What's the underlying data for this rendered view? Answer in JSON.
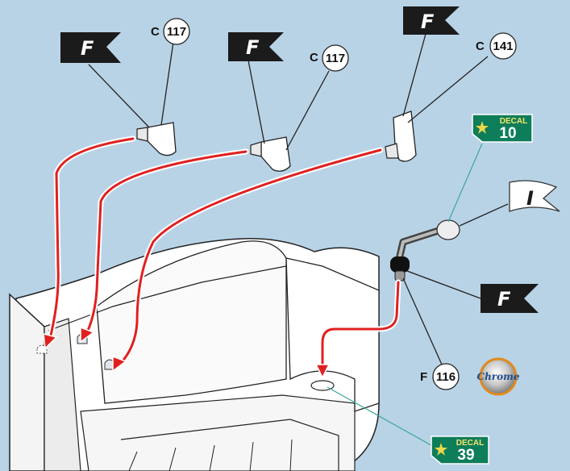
{
  "callouts": {
    "c117_a": {
      "letter": "C",
      "number": "117"
    },
    "c117_b": {
      "letter": "C",
      "number": "117"
    },
    "c141": {
      "letter": "C",
      "number": "141"
    },
    "f116": {
      "letter": "F",
      "number": "116"
    }
  },
  "flags": {
    "flag_1": "F",
    "flag_2": "F",
    "flag_3": "F",
    "flag_4": "F",
    "flag_white": "I"
  },
  "decals": {
    "decal_10": {
      "label": "DECAL",
      "number": "10"
    },
    "decal_39": {
      "label": "DECAL",
      "number": "39"
    }
  },
  "badge": {
    "chrome": "Chrome"
  },
  "colors": {
    "background": "#b9d3e6",
    "arrow_red": "#e02020",
    "decal_green": "#0e7d5a",
    "flag_black": "#1b1b1b",
    "leader_teal": "#3aa79a"
  }
}
